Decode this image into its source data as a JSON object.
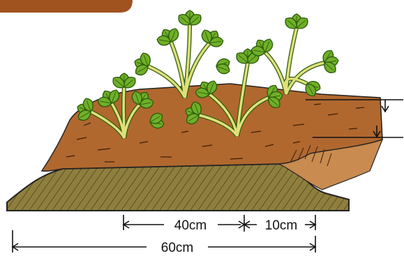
{
  "colors": {
    "banner": "#a0521f",
    "soil_top": "#b0682f",
    "soil_dark": "#7a3c16",
    "soil_side": "#8f7f3e",
    "leaf": "#6fb028",
    "leaf_dark": "#2f5d0e",
    "stem": "#dfe07a",
    "ink": "#111111"
  },
  "plants": [
    {
      "name": "plant-front-left"
    },
    {
      "name": "plant-back-center"
    },
    {
      "name": "plant-front-middle"
    },
    {
      "name": "plant-back-right"
    }
  ],
  "dimensions": {
    "plant_spacing": "40cm",
    "edge_margin": "10cm",
    "bed_width": "60cm"
  }
}
